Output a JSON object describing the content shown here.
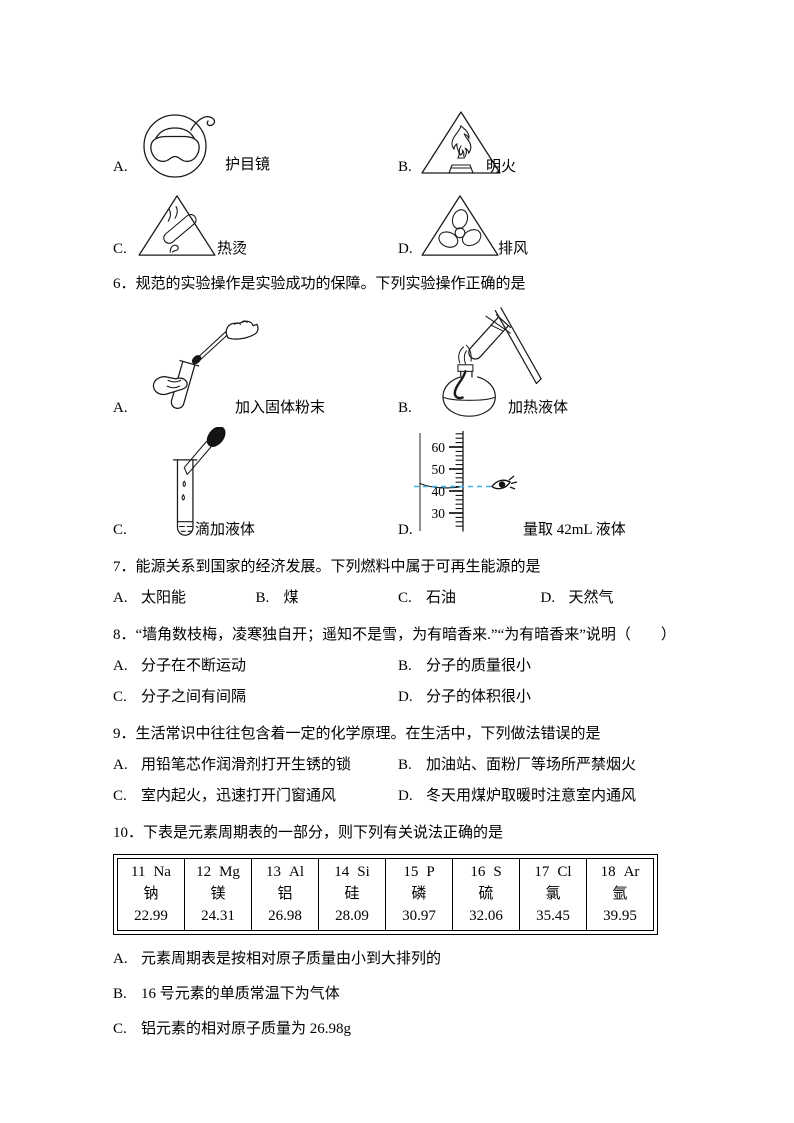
{
  "colors": {
    "ink": "#000000",
    "sight_line": "#3ab5e8"
  },
  "q5_signs": {
    "options": [
      {
        "label": "A.",
        "caption": "护目镜",
        "icon": "goggles-sign"
      },
      {
        "label": "B.",
        "caption": "明火",
        "icon": "open-flame-sign"
      },
      {
        "label": "C.",
        "caption": "热烫",
        "icon": "scald-sign"
      },
      {
        "label": "D.",
        "caption": "排风",
        "icon": "exhaust-fan-sign"
      }
    ]
  },
  "q6": {
    "text": "6．规范的实验操作是实验成功的保障。下列实验操作正确的是",
    "options": [
      {
        "label": "A.",
        "caption": "加入固体粉末",
        "icon": "add-solid-powder"
      },
      {
        "label": "B.",
        "caption": "加热液体",
        "icon": "heat-liquid"
      },
      {
        "label": "C.",
        "caption": "滴加液体",
        "icon": "drop-liquid"
      },
      {
        "label": "D.",
        "caption": "量取 42mL 液体",
        "icon": "measure-liquid"
      }
    ],
    "cylinder": {
      "scale": [
        "60",
        "50",
        "40",
        "30"
      ],
      "reading": "42 mL"
    }
  },
  "q7": {
    "text": "7．能源关系到国家的经济发展。下列燃料中属于可再生能源的是",
    "options": [
      {
        "label": "A.",
        "text": "太阳能"
      },
      {
        "label": "B.",
        "text": "煤"
      },
      {
        "label": "C.",
        "text": "石油"
      },
      {
        "label": "D.",
        "text": "天然气"
      }
    ]
  },
  "q8": {
    "text": "8．“墙角数枝梅，凌寒独自开；遥知不是雪，为有暗香来.”“为有暗香来”说明（　　）",
    "options": [
      {
        "label": "A.",
        "text": "分子在不断运动"
      },
      {
        "label": "B.",
        "text": "分子的质量很小"
      },
      {
        "label": "C.",
        "text": "分子之间有间隔"
      },
      {
        "label": "D.",
        "text": "分子的体积很小"
      }
    ]
  },
  "q9": {
    "text": "9．生活常识中往往包含着一定的化学原理。在生活中，下列做法错误的是",
    "options": [
      {
        "label": "A.",
        "text": "用铅笔芯作润滑剂打开生锈的锁"
      },
      {
        "label": "B.",
        "text": "加油站、面粉厂等场所严禁烟火"
      },
      {
        "label": "C.",
        "text": "室内起火，迅速打开门窗通风"
      },
      {
        "label": "D.",
        "text": "冬天用煤炉取暖时注意室内通风"
      }
    ]
  },
  "q10": {
    "text": "10．下表是元素周期表的一部分，则下列有关说法正确的是",
    "elements": [
      {
        "num": "11",
        "sym": "Na",
        "name": "钠",
        "mass": "22.99"
      },
      {
        "num": "12",
        "sym": "Mg",
        "name": "镁",
        "mass": "24.31"
      },
      {
        "num": "13",
        "sym": "Al",
        "name": "铝",
        "mass": "26.98"
      },
      {
        "num": "14",
        "sym": "Si",
        "name": "硅",
        "mass": "28.09"
      },
      {
        "num": "15",
        "sym": "P",
        "name": "磷",
        "mass": "30.97"
      },
      {
        "num": "16",
        "sym": "S",
        "name": "硫",
        "mass": "32.06"
      },
      {
        "num": "17",
        "sym": "Cl",
        "name": "氯",
        "mass": "35.45"
      },
      {
        "num": "18",
        "sym": "Ar",
        "name": "氩",
        "mass": "39.95"
      }
    ],
    "options": [
      {
        "label": "A.",
        "text": "元素周期表是按相对原子质量由小到大排列的"
      },
      {
        "label": "B.",
        "text": "16 号元素的单质常温下为气体"
      },
      {
        "label": "C.",
        "text": "铝元素的相对原子质量为 26.98g"
      }
    ]
  }
}
